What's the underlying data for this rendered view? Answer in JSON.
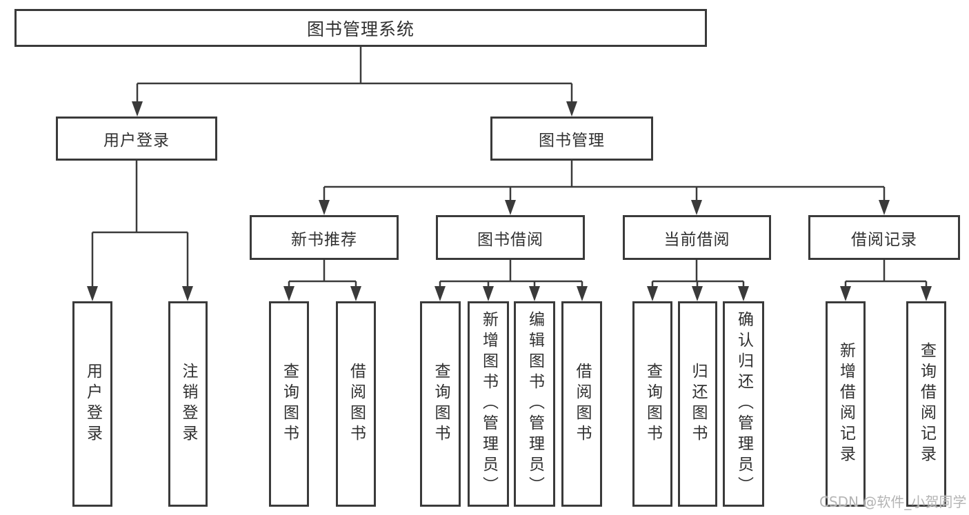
{
  "tree": {
    "root": {
      "label": "图书管理系统"
    },
    "branches": [
      {
        "label": "用户登录",
        "children": [
          {
            "label": "用户登录"
          },
          {
            "label": "注销登录"
          }
        ]
      },
      {
        "label": "图书管理",
        "children": [
          {
            "label": "新书推荐",
            "children": [
              {
                "label": "查询图书"
              },
              {
                "label": "借阅图书"
              }
            ]
          },
          {
            "label": "图书借阅",
            "children": [
              {
                "label": "查询图书"
              },
              {
                "label": "新增图书（管理员）"
              },
              {
                "label": "编辑图书（管理员）"
              },
              {
                "label": "借阅图书"
              }
            ]
          },
          {
            "label": "当前借阅",
            "children": [
              {
                "label": "查询图书"
              },
              {
                "label": "归还图书"
              },
              {
                "label": "确认归还（管理员）"
              }
            ]
          },
          {
            "label": "借阅记录",
            "children": [
              {
                "label": "新增借阅记录"
              },
              {
                "label": "查询借阅记录"
              }
            ]
          }
        ]
      }
    ]
  },
  "watermark": {
    "text": "CSDN @软件_小贺同学"
  },
  "colors": {
    "line": "#3a3a3a",
    "text": "#303030",
    "watermark": "#b4b4b4"
  }
}
